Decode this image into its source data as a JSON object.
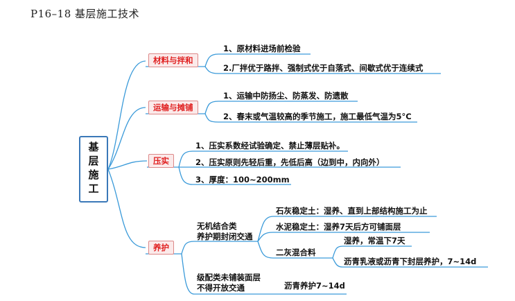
{
  "title": "P16–18 基层施工技术",
  "root": "基层施工",
  "branches": {
    "b1": "材料与拌和",
    "b2": "运输与摊铺",
    "b3": "压实",
    "b4": "养护"
  },
  "leaves": {
    "b1_1": "1、原材料进场前检验",
    "b1_2": "2.厂拌优于路拌、强制式优于自落式、间歇式优于连续式",
    "b2_1": "1、运输中防扬尘、防蒸发、防遗散",
    "b2_2": "2、春末或气温较高的季节施工，施工最低气温为5°C",
    "b3_1": "1、压实系数经试验确定、禁止薄层贴补。",
    "b3_2": "2、压实原则先轻后重，先低后高（边到中，内向外）",
    "b3_3": "3、厚度：100~200mm"
  },
  "curing": {
    "inorganic_line1": "无机结合类",
    "inorganic_line2": "养护期封闭交通",
    "lime_soil": "石灰稳定土：湿养、直到上部结构施工为止",
    "cement_soil": "水泥稳定土：湿养7天后方可铺面层",
    "two_ash": "二灰混合料",
    "two_ash_1": "湿养，常温下7天",
    "two_ash_2": "沥青乳液或沥青下封层养护，7~14d",
    "graded_line1": "级配类未铺装面层",
    "graded_line2": "不得开放交通",
    "asphalt_cure": "沥青养护7~14d"
  },
  "colors": {
    "line": "#3a9ad9",
    "branch_text": "#e02020",
    "root_border": "#3a78b8"
  }
}
